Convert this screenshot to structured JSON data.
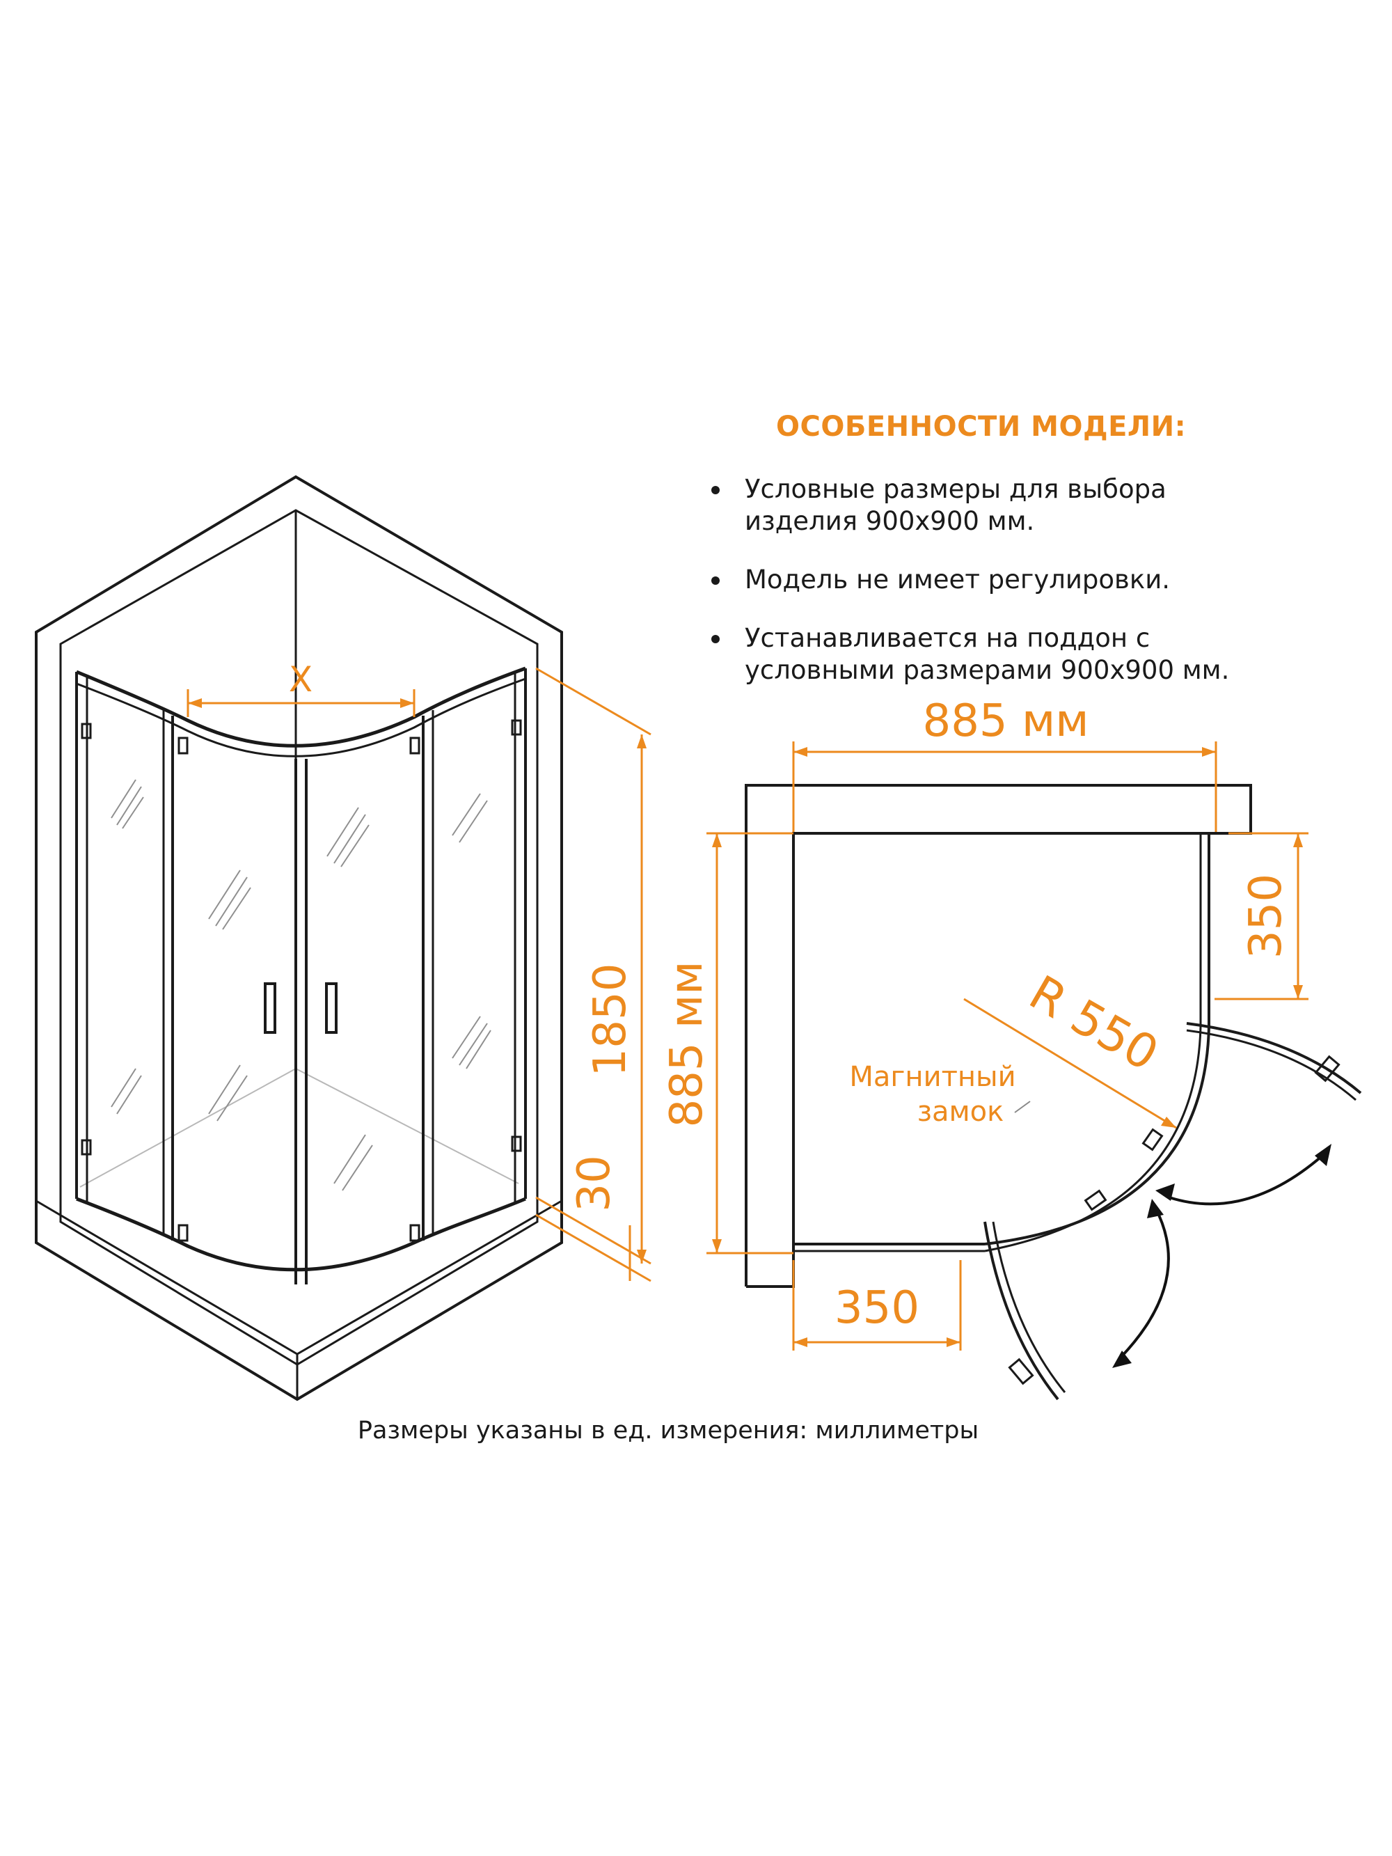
{
  "features": {
    "title": "ОСОБЕННОСТИ МОДЕЛИ:",
    "items": [
      {
        "line1": "Условные размеры для выбора",
        "line2": "изделия 900х900 мм."
      },
      {
        "line1": "Модель не имеет регулировки.",
        "line2": ""
      },
      {
        "line1": "Устанавливается на поддон с",
        "line2": "условными размерами 900х900 мм."
      }
    ]
  },
  "iso_view": {
    "width_label": "X",
    "height_label": "1850",
    "base_label": "30"
  },
  "plan_view": {
    "width_label": "885 мм",
    "depth_label": "885 мм",
    "side_top_label": "350",
    "side_bottom_label": "350",
    "radius_label": "R 550",
    "lock_label_line1": "Магнитный",
    "lock_label_line2": "замок"
  },
  "footer": "Размеры указаны в ед. измерения: миллиметры",
  "colors": {
    "accent": "#ec8a1e",
    "line": "#1a1a1a"
  }
}
